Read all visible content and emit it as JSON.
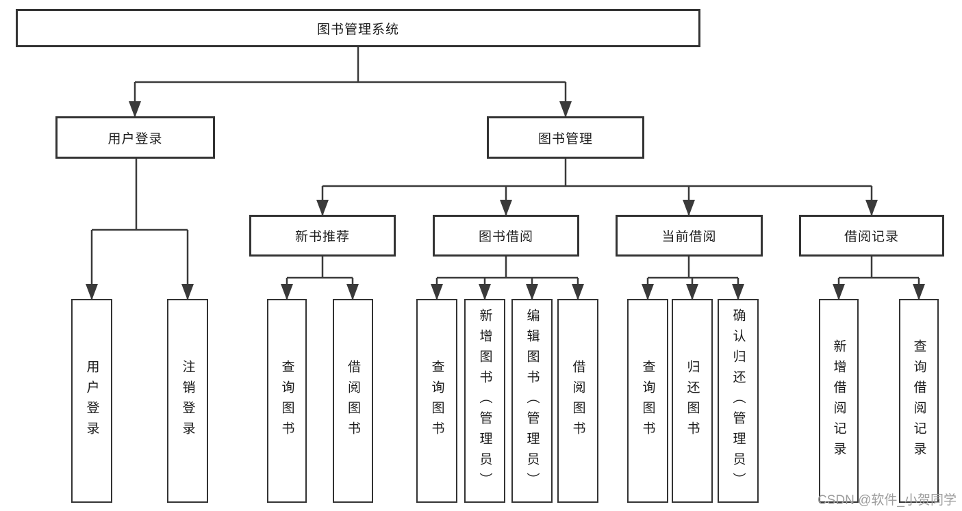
{
  "diagram": {
    "type": "hierarchy-tree",
    "background": "#ffffff",
    "line_color": "#3a3a3a",
    "border_color": "#333333",
    "text_color": "#1d1d1d",
    "watermark_color": "#9d9d9d",
    "watermark": "CSDN @软件_小贺同学"
  },
  "nodes": {
    "root": {
      "label": "图书管理系统"
    },
    "user_login": {
      "label": "用户登录",
      "children": {
        "login": "用户登录",
        "logout": "注销登录"
      }
    },
    "book_management": {
      "label": "图书管理"
    },
    "new_book_recommend": {
      "label": "新书推荐",
      "children": {
        "query": "查询图书",
        "borrow": "借阅图书"
      }
    },
    "book_borrow": {
      "label": "图书借阅",
      "children": {
        "query": "查询图书",
        "add": "新增图书（管理员）",
        "edit": "编辑图书（管理员）",
        "borrow": "借阅图书"
      }
    },
    "current_borrow": {
      "label": "当前借阅",
      "children": {
        "query": "查询图书",
        "return": "归还图书",
        "confirm": "确认归还（管理员）"
      }
    },
    "borrow_records": {
      "label": "借阅记录",
      "children": {
        "add": "新增借阅记录",
        "query": "查询借阅记录"
      }
    }
  }
}
